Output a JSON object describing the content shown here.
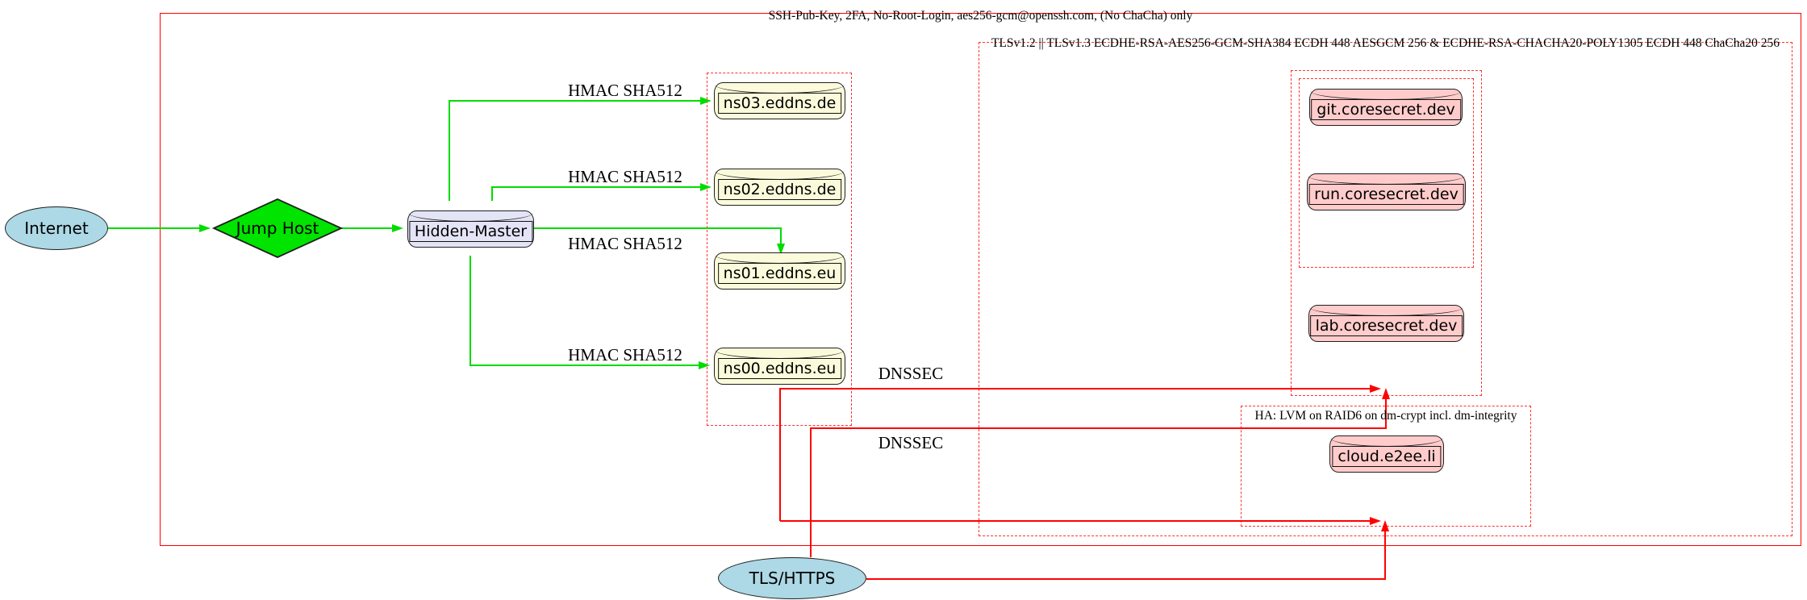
{
  "clusters": {
    "outer_label": "SSH-Pub-Key, 2FA, No-Root-Login, aes256-gcm@openssh.com, (No ChaCha) only",
    "tls_label": "TLSv1.2 || TLSv1.3 ECDHE-RSA-AES256-GCM-SHA384 ECDH 448 AESGCM 256 & ECDHE-RSA-CHACHA20-POLY1305 ECDH 448 ChaCha20 256",
    "ha_label": "HA: LVM on RAID6 on dm-crypt incl. dm-integrity"
  },
  "nodes": {
    "internet": {
      "label": "Internet",
      "shape": "ellipse",
      "fill": "#ADD8E6"
    },
    "jump_host": {
      "label": "Jump Host",
      "shape": "diamond",
      "fill": "#00E400"
    },
    "hidden_master": {
      "label": "Hidden-Master",
      "shape": "cylinder",
      "fill": "#E4E4F7"
    },
    "ns03": {
      "label": "ns03.eddns.de",
      "shape": "cylinder",
      "fill": "#FBFBDC"
    },
    "ns02": {
      "label": "ns02.eddns.de",
      "shape": "cylinder",
      "fill": "#FBFBDC"
    },
    "ns01": {
      "label": "ns01.eddns.eu",
      "shape": "cylinder",
      "fill": "#FBFBDC"
    },
    "ns00": {
      "label": "ns00.eddns.eu",
      "shape": "cylinder",
      "fill": "#FBFBDC"
    },
    "git": {
      "label": "git.coresecret.dev",
      "shape": "cylinder",
      "fill": "#FFCCCB"
    },
    "run": {
      "label": "run.coresecret.dev",
      "shape": "cylinder",
      "fill": "#FFCCCB"
    },
    "lab": {
      "label": "lab.coresecret.dev",
      "shape": "cylinder",
      "fill": "#FFCCCB"
    },
    "cloud": {
      "label": "cloud.e2ee.li",
      "shape": "cylinder",
      "fill": "#FFCCCB"
    },
    "tls_https": {
      "label": "TLS/HTTPS",
      "shape": "ellipse",
      "fill": "#ADD8E6"
    }
  },
  "edge_labels": {
    "hmac_ns03": "HMAC SHA512",
    "hmac_ns02": "HMAC SHA512",
    "hmac_ns01": "HMAC SHA512",
    "hmac_ns00": "HMAC SHA512",
    "dnssec_1": "DNSSEC",
    "dnssec_2": "DNSSEC"
  },
  "colors": {
    "edge_green": "#00DC00",
    "edge_red": "#FF0000",
    "cluster_border_red": "#FF3232",
    "outer_border_red": "#FF0000",
    "node_border": "#1F1F1F",
    "text": "#000000"
  }
}
